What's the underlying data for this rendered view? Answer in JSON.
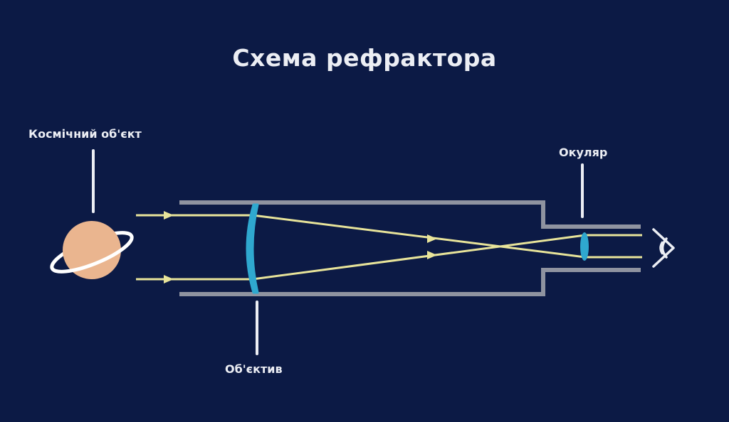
{
  "title": "Схема рефрактора",
  "labels": {
    "space_object": "Космічний об'єкт",
    "eyepiece": "Окуляр",
    "objective": "Об'єктив"
  },
  "colors": {
    "background": "#0c1a45",
    "tube": "#8f93a0",
    "light_rays": "#e8e49a",
    "lens": "#2fa8cf",
    "planet": "#eab58f",
    "label_text": "#eceef4"
  }
}
